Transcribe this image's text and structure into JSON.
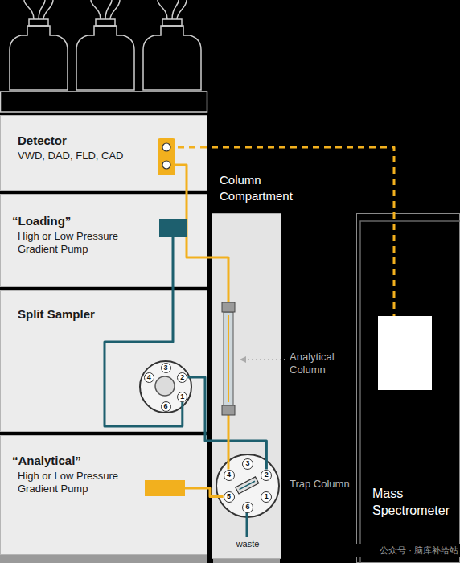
{
  "diagram": {
    "nodes": [
      {
        "text": [
          "Detector",
          "VWD, DAD, FLD, CAD"
        ]
      },
      {
        "text": [
          "“Loading”",
          "High or Low Pressure Gradient Pump"
        ]
      },
      {
        "text": [
          "Split Sampler"
        ]
      },
      {
        "text": [
          "3",
          "4",
          "2",
          "1",
          "6"
        ],
        "in": 2
      },
      {
        "text": [
          "“Analytical”",
          "High or Low Pressure Gradient Pump"
        ]
      },
      {
        "text": [
          "Column Compartment"
        ]
      },
      {
        "text": [
          "3",
          "4",
          "2",
          "5",
          "1",
          "6"
        ],
        "in": 5
      },
      {
        "text": [
          "Mass Spectrometer"
        ]
      }
    ],
    "edges": [
      {
        "from": 1,
        "to": 3,
        "arrow": "none"
      },
      {
        "from": 3,
        "to": 6,
        "arrow": "none"
      },
      {
        "from": 4,
        "to": 6,
        "arrow": "none"
      },
      {
        "from": 6,
        "to": 0,
        "arrow": "none"
      },
      {
        "from": 0,
        "to": 7,
        "arrow": "none"
      }
    ],
    "labels": [
      "Analytical Column",
      "Trap Column",
      "waste",
      "公众号 · 脑库补给站"
    ]
  }
}
